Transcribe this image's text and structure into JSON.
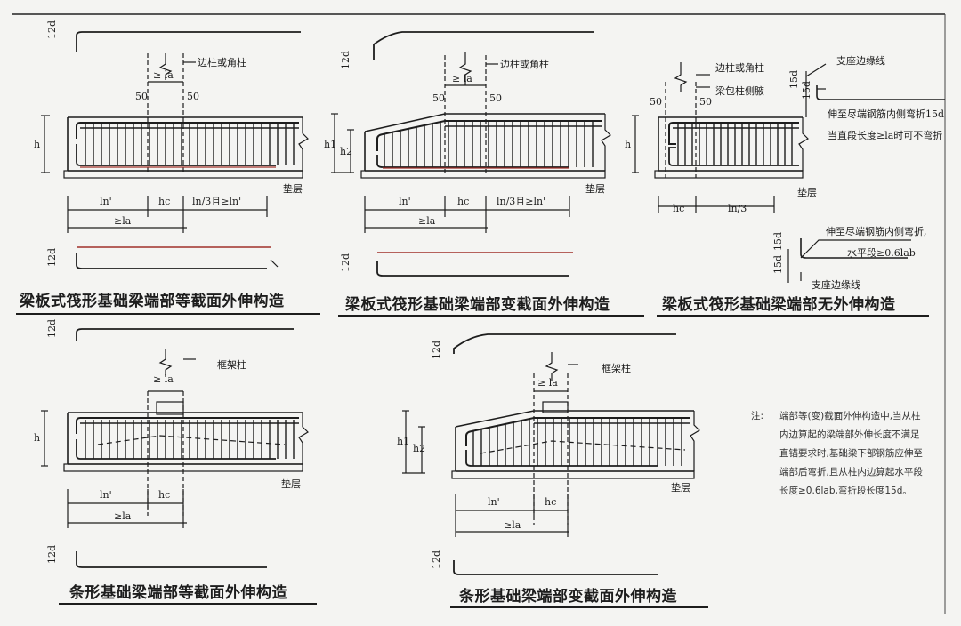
{
  "panels": [
    {
      "title": "梁板式筏形基础梁端部等截面外伸构造",
      "labels": {
        "top": "12d",
        "bot": "12d",
        "col": "边柱或角柱",
        "la": "≥ la",
        "dimA": "50",
        "dimB": "50",
        "h": "h",
        "l1": "ln'",
        "l2": "hc",
        "l3": "ln/3且≥ln'",
        "lg": "≥la",
        "pad": "垫层"
      }
    },
    {
      "title": "梁板式筏形基础梁端部变截面外伸构造",
      "labels": {
        "top": "12d",
        "bot": "12d",
        "col": "边柱或角柱",
        "la": "≥ la",
        "dimA": "50",
        "dimB": "50",
        "h1": "h1",
        "h2": "h2",
        "l1": "ln'",
        "l2": "hc",
        "l3": "ln/3且≥ln'",
        "lg": "≥la",
        "pad": "垫层"
      }
    },
    {
      "title": "梁板式筏形基础梁端部无外伸构造",
      "labels": {
        "top": "15d",
        "top2": "15d",
        "col": "边柱或角柱",
        "wrap": "梁包柱侧腋",
        "edge": "支座边缘线",
        "dimA": "50",
        "dimB": "50",
        "h": "h",
        "l1": "hc",
        "l3": "ln/3",
        "pad": "垫层",
        "note1": "伸至尽端钢筋内侧弯折15d",
        "note2": "当直段长度≥la时可不弯折",
        "note3": "伸至尽端钢筋内侧弯折,",
        "note4": "水平段≥0.6lab",
        "edge2": "支座边缘线",
        "bot1": "15d",
        "bot2": "15d"
      }
    },
    {
      "title": "条形基础梁端部等截面外伸构造",
      "labels": {
        "top": "12d",
        "bot": "12d",
        "col": "框架柱",
        "la": "≥ la",
        "h": "h",
        "l1": "ln'",
        "l2": "hc",
        "lg": "≥la",
        "pad": "垫层"
      }
    },
    {
      "title": "条形基础梁端部变截面外伸构造",
      "labels": {
        "top": "12d",
        "bot": "12d",
        "col": "框架柱",
        "la": "≥ la",
        "h1": "h1",
        "h2": "h2",
        "l1": "ln'",
        "l2": "hc",
        "lg": "≥la",
        "pad": "垫层"
      }
    }
  ],
  "note": {
    "label": "注:",
    "text": "端部等(变)截面外伸构造中,当从柱内边算起的梁端部外伸长度不满足直锚要求时,基础梁下部钢筋应伸至端部后弯折,且从柱内边算起水平段长度≥0.6lab,弯折段长度15d。"
  },
  "colors": {
    "ink": "#1d1d1d",
    "bar_red": "#a0302a",
    "paper": "#f4f4f2"
  }
}
